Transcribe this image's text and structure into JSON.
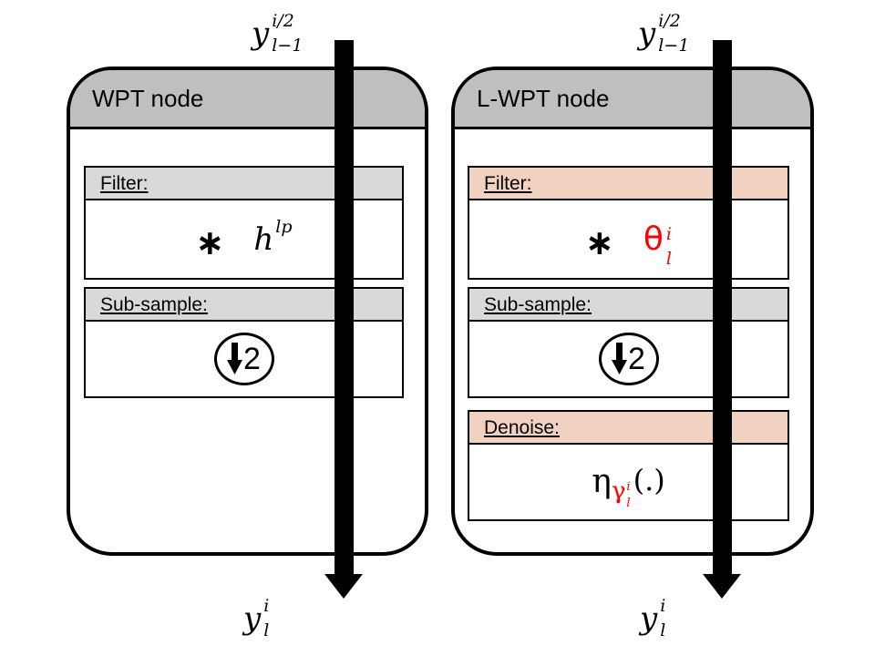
{
  "colors": {
    "node_header": "#bfbfbf",
    "section_gray": "#d9d9d9",
    "section_accent": "#f1d1c0",
    "accent_red": "#ff0000"
  },
  "labels": {
    "input": {
      "base": "y",
      "sup": "i/2",
      "sub": "l−1"
    },
    "output": {
      "base": "y",
      "sup": "i",
      "sub": "l"
    }
  },
  "left_node": {
    "title": "WPT node",
    "filter": {
      "label": "Filter:",
      "op": "∗",
      "base": "h",
      "sup": "lp"
    },
    "subsample": {
      "label": "Sub-sample:",
      "factor": "2"
    }
  },
  "right_node": {
    "title": "L-WPT node",
    "filter": {
      "label": "Filter:",
      "op": "∗",
      "base": "θ",
      "sup": "i",
      "sub": "l"
    },
    "subsample": {
      "label": "Sub-sample:",
      "factor": "2"
    },
    "denoise": {
      "label": "Denoise:",
      "base": "η",
      "param": {
        "base": "γ",
        "sup": "i",
        "sub": "l"
      },
      "tail": "(.)"
    }
  }
}
